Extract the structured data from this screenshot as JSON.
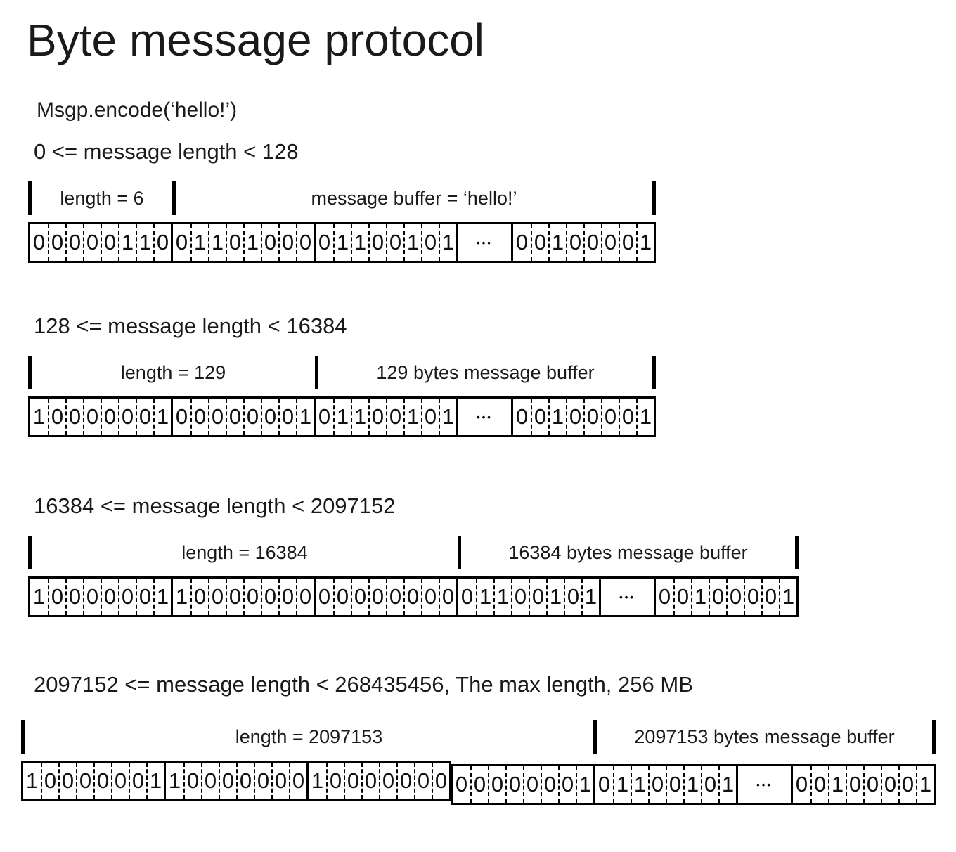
{
  "page": {
    "title": "Byte message protocol",
    "code_line": "Msgp.encode(‘hello!’)"
  },
  "ellipsis_glyph": "•••",
  "sections": [
    {
      "heading": "0 <= message length < 128",
      "length_label": "length = 6",
      "buffer_label": "message buffer = ‘hello!’",
      "byte_groups": [
        [
          "00000110",
          "01101000",
          "01100101",
          "…",
          "00100001"
        ]
      ]
    },
    {
      "heading": "128 <= message length < 16384",
      "length_label": "length = 129",
      "buffer_label": "129 bytes message buffer",
      "byte_groups": [
        [
          "10000001",
          "00000001",
          "01100101",
          "…",
          "00100001"
        ]
      ]
    },
    {
      "heading": "16384 <= message length < 2097152",
      "length_label": "length = 16384",
      "buffer_label": "16384 bytes message buffer",
      "byte_groups": [
        [
          "10000001",
          "10000000",
          "00000000",
          "01100101",
          "…",
          "00100001"
        ]
      ]
    },
    {
      "heading": "2097152 <= message length < 268435456, The max length, 256 MB",
      "length_label": "length = 2097153",
      "buffer_label": "2097153 bytes message buffer",
      "byte_groups": [
        [
          "10000001",
          "10000000",
          "10000000"
        ],
        [
          "00000001",
          "01100101",
          "…",
          "00100001"
        ]
      ]
    }
  ]
}
